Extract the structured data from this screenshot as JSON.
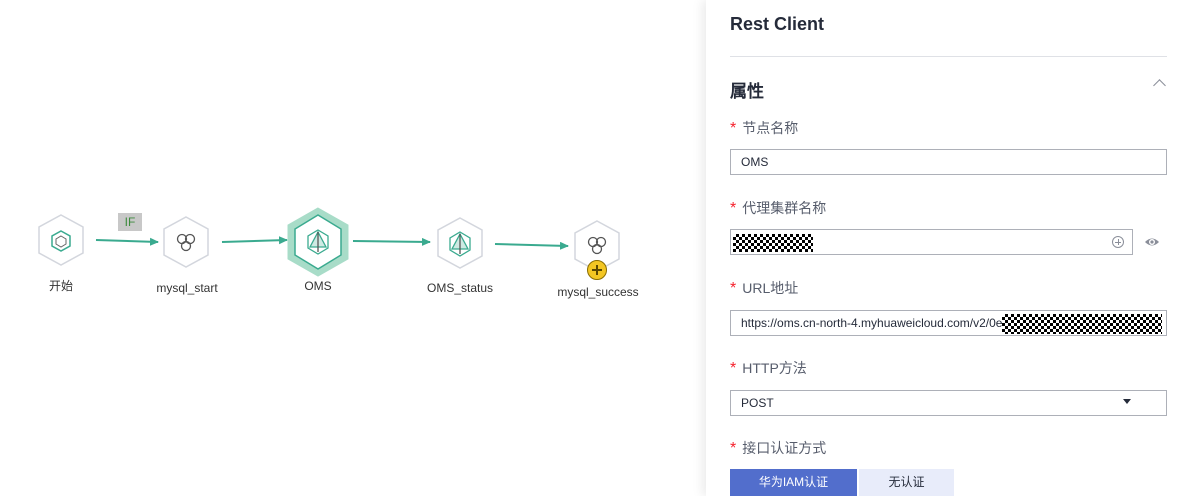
{
  "canvas": {
    "if_badge": "IF",
    "nodes": [
      {
        "label": "开始"
      },
      {
        "label": "mysql_start"
      },
      {
        "label": "OMS"
      },
      {
        "label": "OMS_status"
      },
      {
        "label": "mysql_success"
      }
    ],
    "colors": {
      "edge": "#3aaa8f",
      "selected_ring": "#a8dcc8",
      "add_button": "#f3c623"
    },
    "selected_node": "OMS"
  },
  "panel": {
    "title": "Rest Client",
    "section_title": "属性",
    "fields": {
      "node_name": {
        "label": "节点名称",
        "value": "OMS"
      },
      "agent_cluster": {
        "label": "代理集群名称",
        "value": ""
      },
      "url": {
        "label": "URL地址",
        "value": "https://oms.cn-north-4.myhuaweicloud.com/v2/0e"
      },
      "http_method": {
        "label": "HTTP方法",
        "value": "POST"
      },
      "auth": {
        "label": "接口认证方式",
        "options": [
          "华为IAM认证",
          "无认证"
        ],
        "selected": "华为IAM认证"
      }
    },
    "required_mark": "*",
    "icons": [
      "chevron-up-icon",
      "add-circle-icon",
      "eye-icon",
      "dropdown-arrow-icon"
    ]
  }
}
